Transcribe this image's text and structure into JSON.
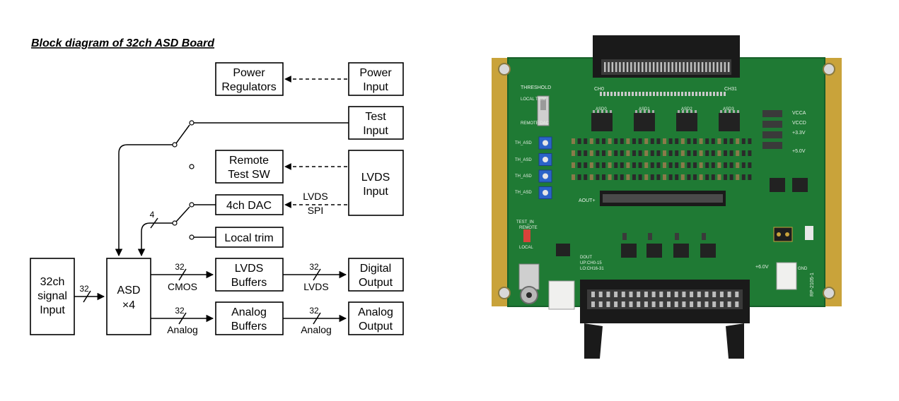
{
  "title": "Block diagram  of 32ch ASD Board",
  "blocks": {
    "power_regulators": [
      "Power",
      "Regulators"
    ],
    "power_input": [
      "Power",
      "Input"
    ],
    "test_input": [
      "Test",
      "Input"
    ],
    "remote_test_sw": [
      "Remote",
      "Test SW"
    ],
    "lvds_input": [
      "LVDS",
      "Input"
    ],
    "dac": "4ch DAC",
    "local_trim": "Local trim",
    "signal_input": [
      "32ch",
      "signal",
      "Input"
    ],
    "asd": [
      "ASD",
      "×4"
    ],
    "lvds_buffers": [
      "LVDS",
      "Buffers"
    ],
    "digital_output": [
      "Digital",
      "Output"
    ],
    "analog_buffers": [
      "Analog",
      "Buffers"
    ],
    "analog_output": [
      "Analog",
      "Output"
    ]
  },
  "signals": {
    "lvds_spi": [
      "LVDS",
      "SPI"
    ],
    "bus_4": "4",
    "bus_in": "32",
    "cmos_count": "32",
    "cmos": "CMOS",
    "lvds_count": "32",
    "lvds": "LVDS",
    "analog_count_1": "32",
    "analog_1": "Analog",
    "analog_count_2": "32",
    "analog_2": "Analog"
  },
  "board_labels": {
    "threshold": "THRESHOLD",
    "local_trim": "LOCAL TRIM",
    "remote_dac": "REMOTE DAC",
    "th_asd": [
      "TH_ASD",
      "TH_ASD",
      "TH_ASD",
      "TH_ASD"
    ],
    "ch0": "CH0",
    "ch31": "CH31",
    "asd_chips": [
      "ASD0",
      "ASD1",
      "ASD2",
      "ASD3"
    ],
    "vcca": "VCCA",
    "vccd": "VCCD",
    "v33": "+3.3V",
    "v50": "+5.0V",
    "aout": "AOUT+",
    "test_in": "TEST_IN",
    "remote": "REMOTE",
    "local": "LOCAL",
    "dout": "DOUT",
    "dout_up": "UP:CH0-15",
    "dout_lo": "LO:CH16-31",
    "v60": "+6.0V",
    "gnd": "GND",
    "board_id": "RP-2105-1"
  },
  "colors": {
    "pcb": "#1f7a34",
    "gold": "#c9a33a",
    "connector": "#1a1a1a",
    "trimpot": "#2b63c9"
  }
}
